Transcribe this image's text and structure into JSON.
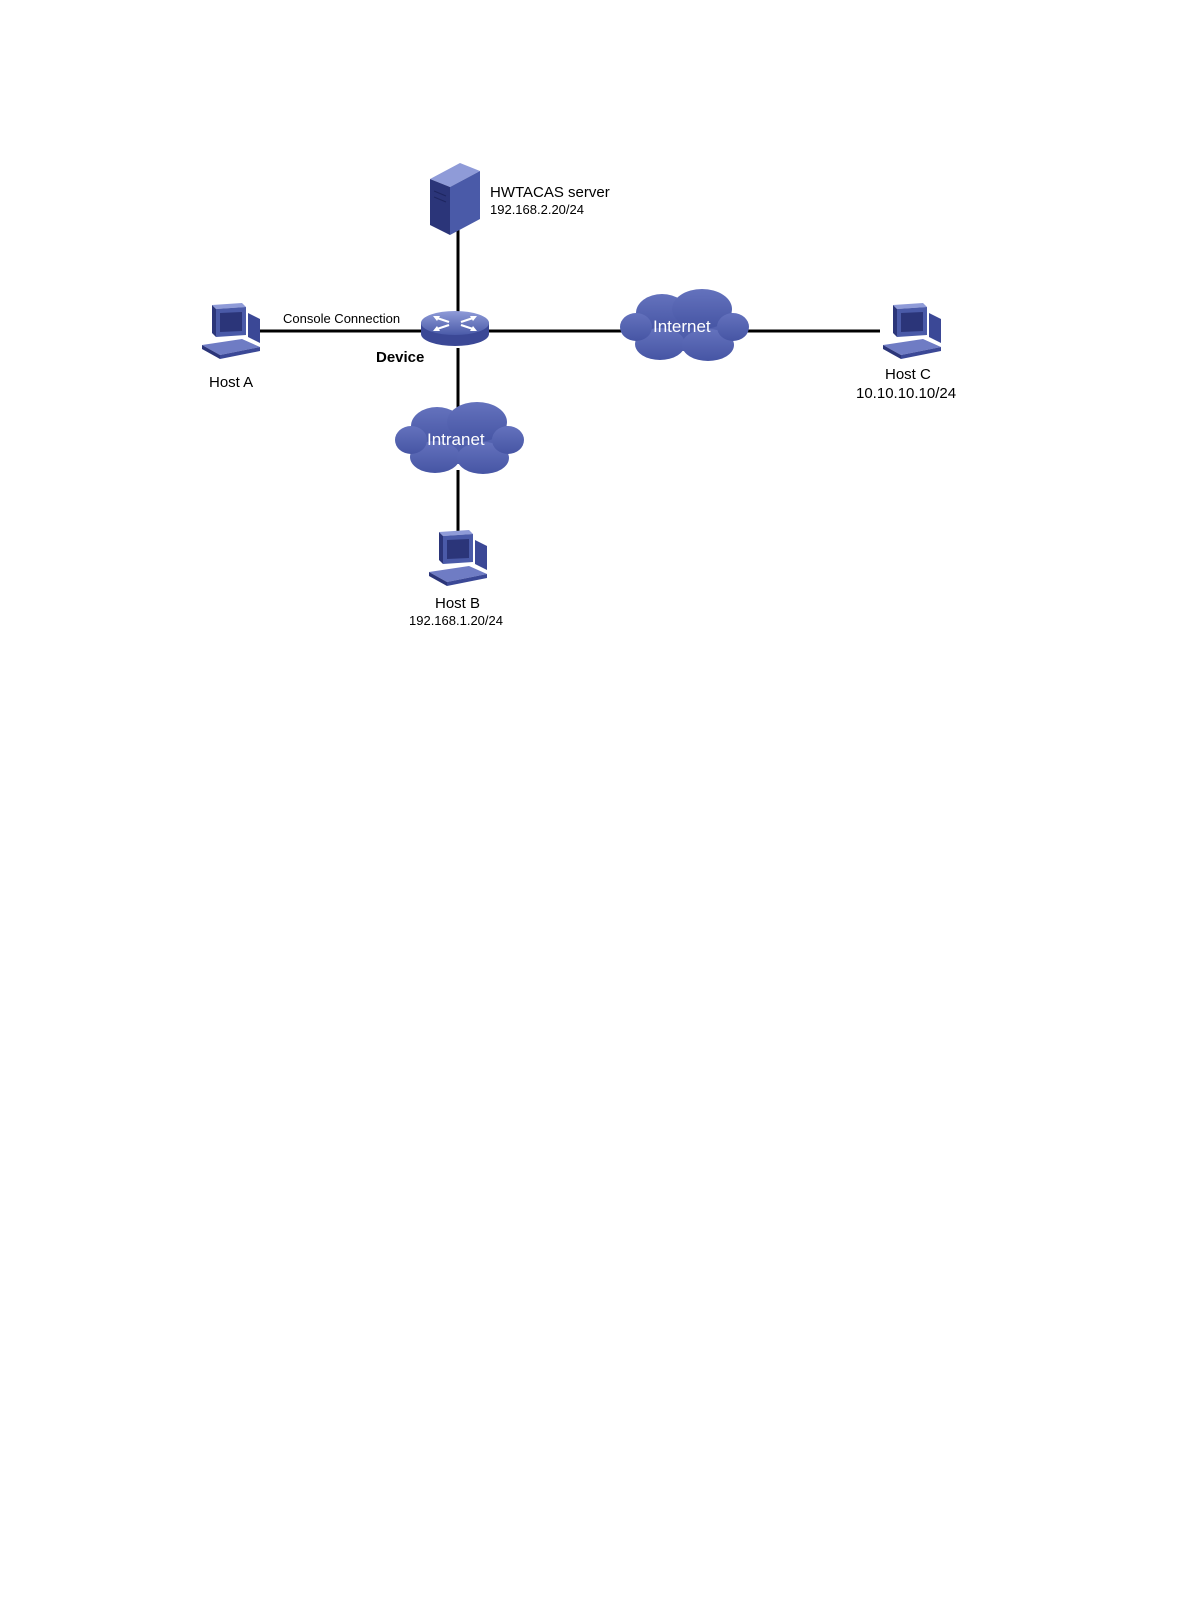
{
  "nodes": {
    "hwtacas_server": {
      "name": "HWTACAS server",
      "ip": "192.168.2.20/24",
      "icon": "server-icon"
    },
    "device": {
      "name": "Device",
      "icon": "switch-icon"
    },
    "host_a": {
      "name": "Host A",
      "icon": "computer-icon"
    },
    "host_b": {
      "name": "Host B",
      "ip": "192.168.1.20/24",
      "icon": "computer-icon"
    },
    "host_c": {
      "name": "Host C",
      "ip": "10.10.10.10/24",
      "icon": "computer-icon"
    },
    "internet": {
      "name": "Internet",
      "icon": "cloud-icon"
    },
    "intranet": {
      "name": "Intranet",
      "icon": "cloud-icon"
    }
  },
  "links": {
    "console": {
      "label": "Console Connection"
    }
  },
  "colors": {
    "icon_fill": "#4a5aa8",
    "icon_dark": "#2b3579",
    "icon_light": "#8f9bd8",
    "link": "#000000",
    "cloud_text": "#ffffff"
  }
}
